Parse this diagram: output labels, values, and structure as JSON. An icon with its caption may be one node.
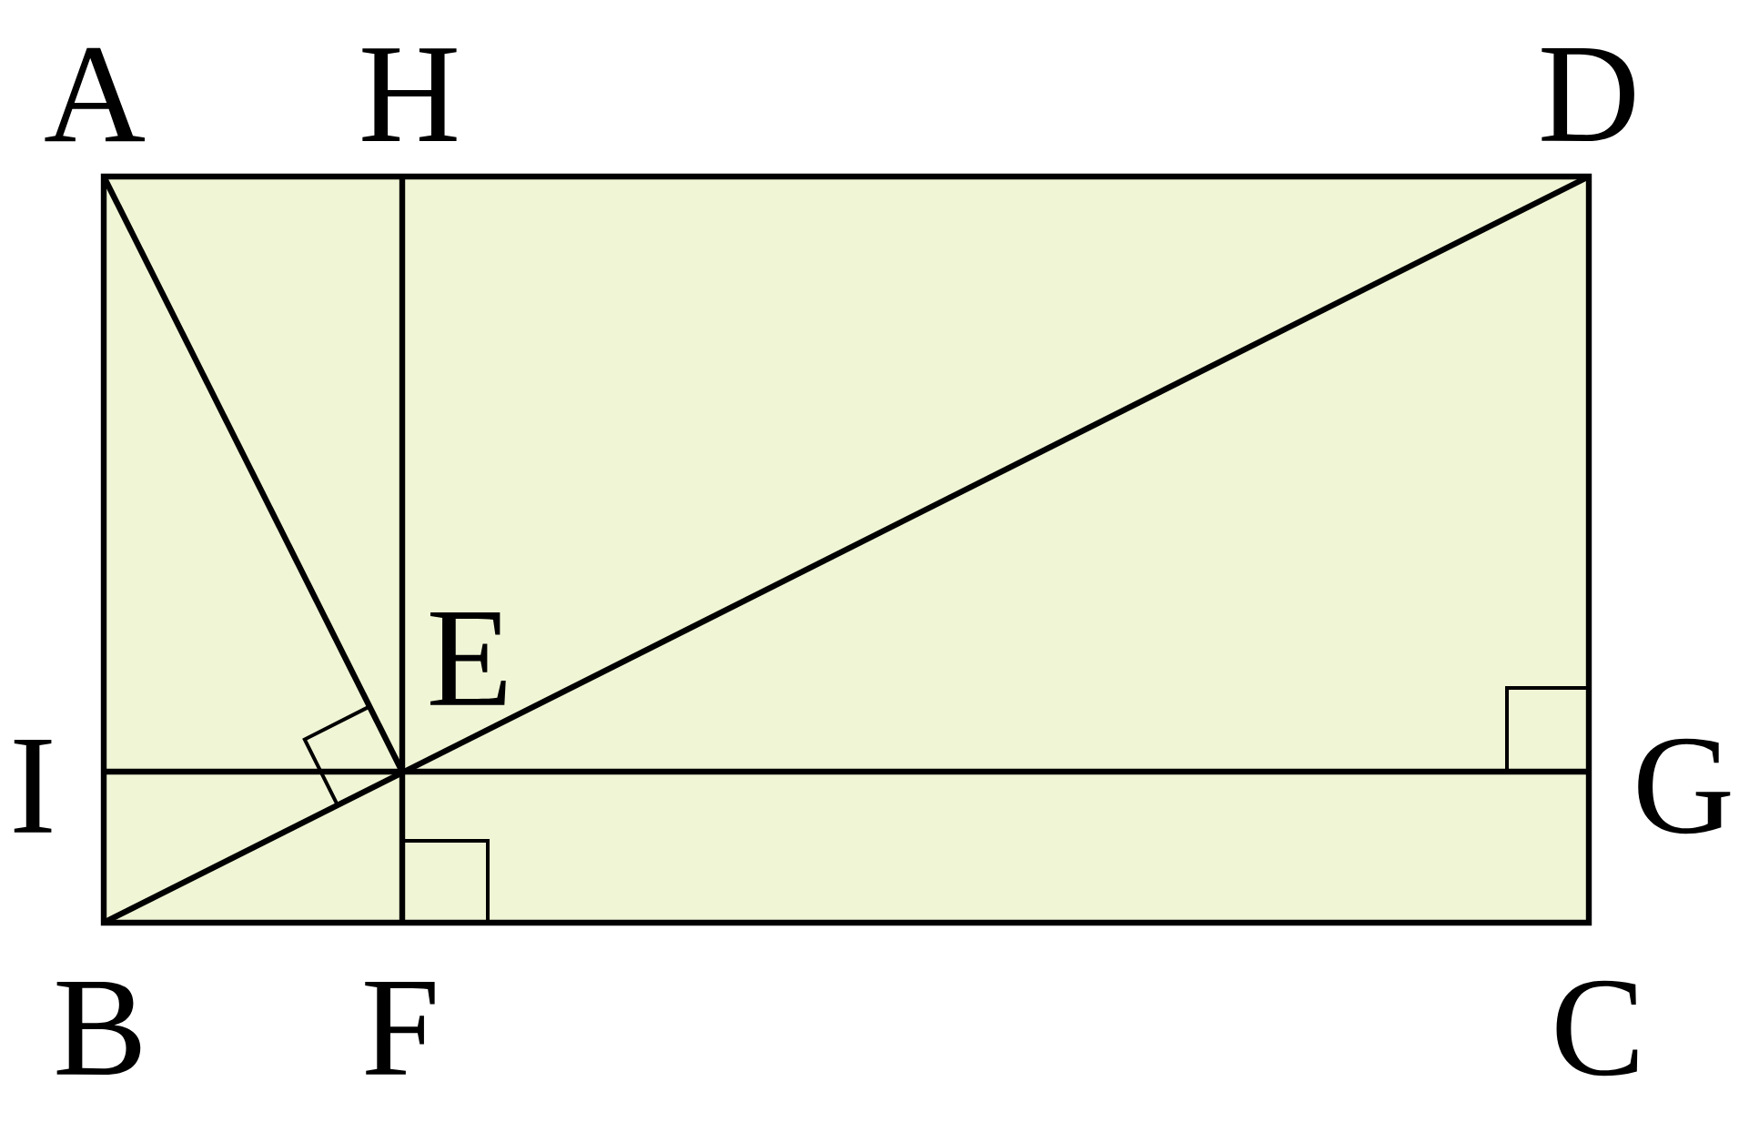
{
  "diagram": {
    "labels": [
      "A",
      "H",
      "D",
      "E",
      "I",
      "G",
      "B",
      "F",
      "C"
    ]
  }
}
